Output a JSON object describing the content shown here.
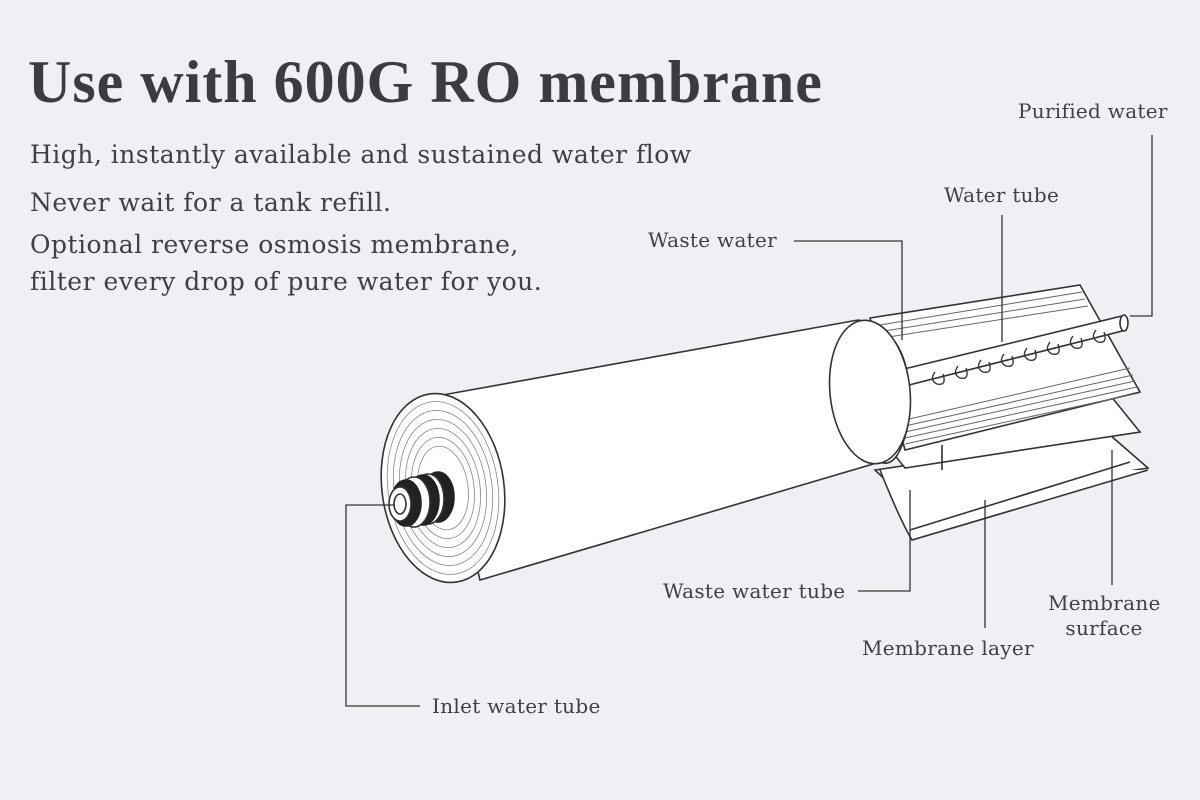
{
  "heading": "Use with 600G RO membrane",
  "description": [
    "High, instantly available and sustained water flow",
    "Never wait for a tank refill.",
    "Optional reverse osmosis membrane,",
    "filter every drop of pure water for you."
  ],
  "labels": {
    "purified_water": "Purified water",
    "water_tube": "Water tube",
    "waste_water": "Waste water",
    "waste_water_tube": "Waste water tube",
    "membrane_layer": "Membrane layer",
    "membrane_surface_1": "Membrane",
    "membrane_surface_2": "surface",
    "inlet_water_tube": "Inlet water tube"
  },
  "colors": {
    "background": "#f0f0f4",
    "ink": "#3a3a3e",
    "membrane_body": "#ffffff"
  }
}
